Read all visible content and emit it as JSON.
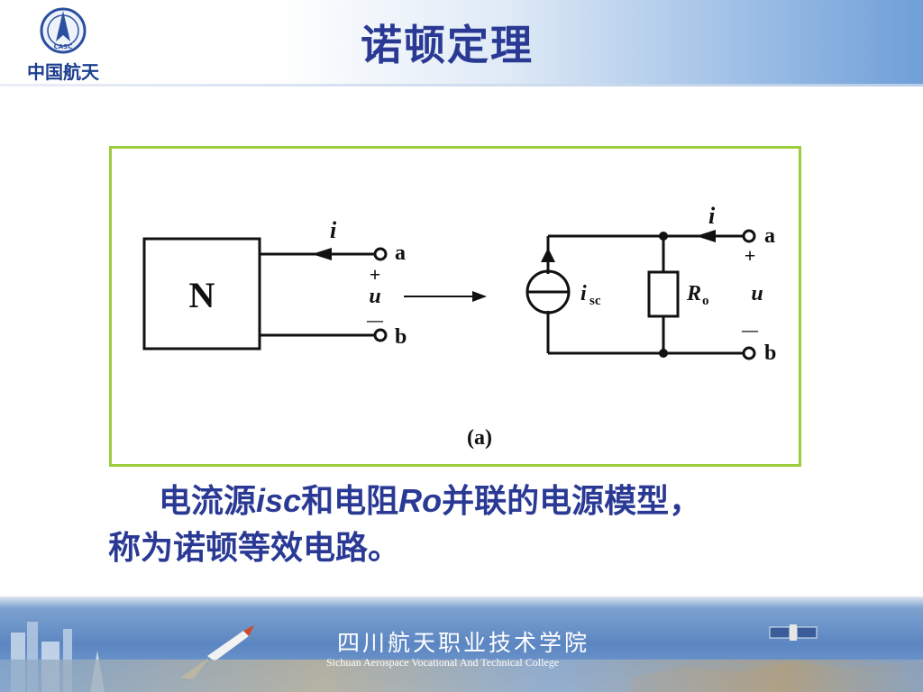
{
  "header": {
    "logo_badge_text": "CASC",
    "logo_text": "中国航天",
    "title": "诺顿定理"
  },
  "figure": {
    "left_block_label": "N",
    "current_left": "i",
    "terminal_a_left": "a",
    "terminal_b_left": "b",
    "plus_left": "+",
    "voltage_left": "u",
    "minus_left": "—",
    "current_right": "i",
    "terminal_a_right": "a",
    "terminal_b_right": "b",
    "plus_right": "+",
    "voltage_right": "u",
    "minus_right": "—",
    "source_label_main": "i",
    "source_label_sub": "sc",
    "resistor_label_main": "R",
    "resistor_label_sub": "o",
    "caption": "(a)"
  },
  "caption": {
    "line1_part1": "电流源",
    "line1_sym1": "isc",
    "line1_part2": "和电阻",
    "line1_sym2": "Ro",
    "line1_part3": "并联的电源模型，",
    "line2": "称为诺顿等效电路。"
  },
  "footer": {
    "cn": "四川航天职业技术学院",
    "en": "Sichuan Aerospace Vocational And Technical College"
  },
  "colors": {
    "title": "#2a3a94",
    "figure_border": "#9ccc3c"
  }
}
